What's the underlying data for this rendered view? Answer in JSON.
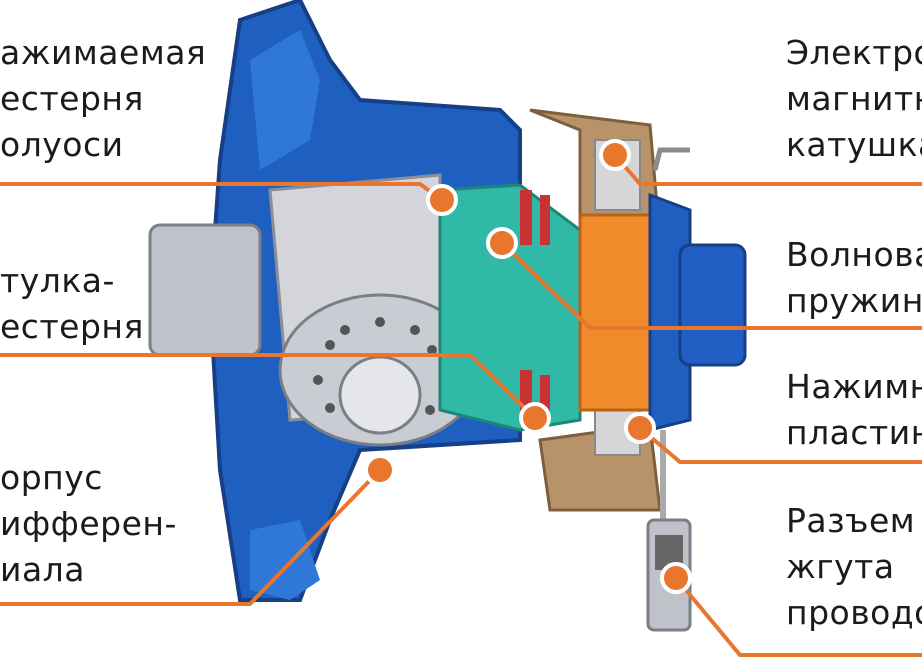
{
  "labels": {
    "l1": [
      "ажимаемая",
      "естерня",
      "олуоси"
    ],
    "l2": [
      "тулка-",
      "естерня"
    ],
    "l3": [
      "орпус",
      "ифферен-",
      "иала"
    ],
    "r1": [
      "Электро-",
      "магнитна",
      "катушка"
    ],
    "r2": [
      "Волнова",
      "пружина"
    ],
    "r3": [
      "Нажимна",
      "пластина"
    ],
    "r4": [
      "Разъем",
      "жгута",
      "проводо"
    ]
  },
  "colors": {
    "leader": "#e8762c",
    "housing": "#1f5fbf",
    "housing_dark": "#163f86",
    "teal": "#2fb9a6",
    "orange_ring": "#f08a2a",
    "bronze": "#b89268",
    "steel": "#c4c6cc",
    "red": "#c83232"
  }
}
